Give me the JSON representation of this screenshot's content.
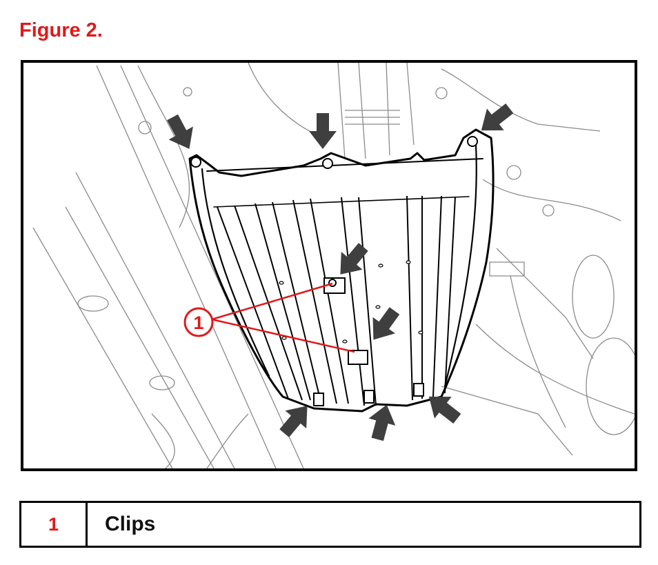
{
  "figure": {
    "title": "Figure 2."
  },
  "callout": {
    "number": "1"
  },
  "legend": {
    "number": "1",
    "description": "Clips"
  },
  "colors": {
    "accent": "#e0191b",
    "arrow": "#3f3f3f",
    "line": "#000000"
  },
  "icons": {
    "arrow": "fastener-arrow-icon",
    "callout": "callout-circle-icon"
  }
}
